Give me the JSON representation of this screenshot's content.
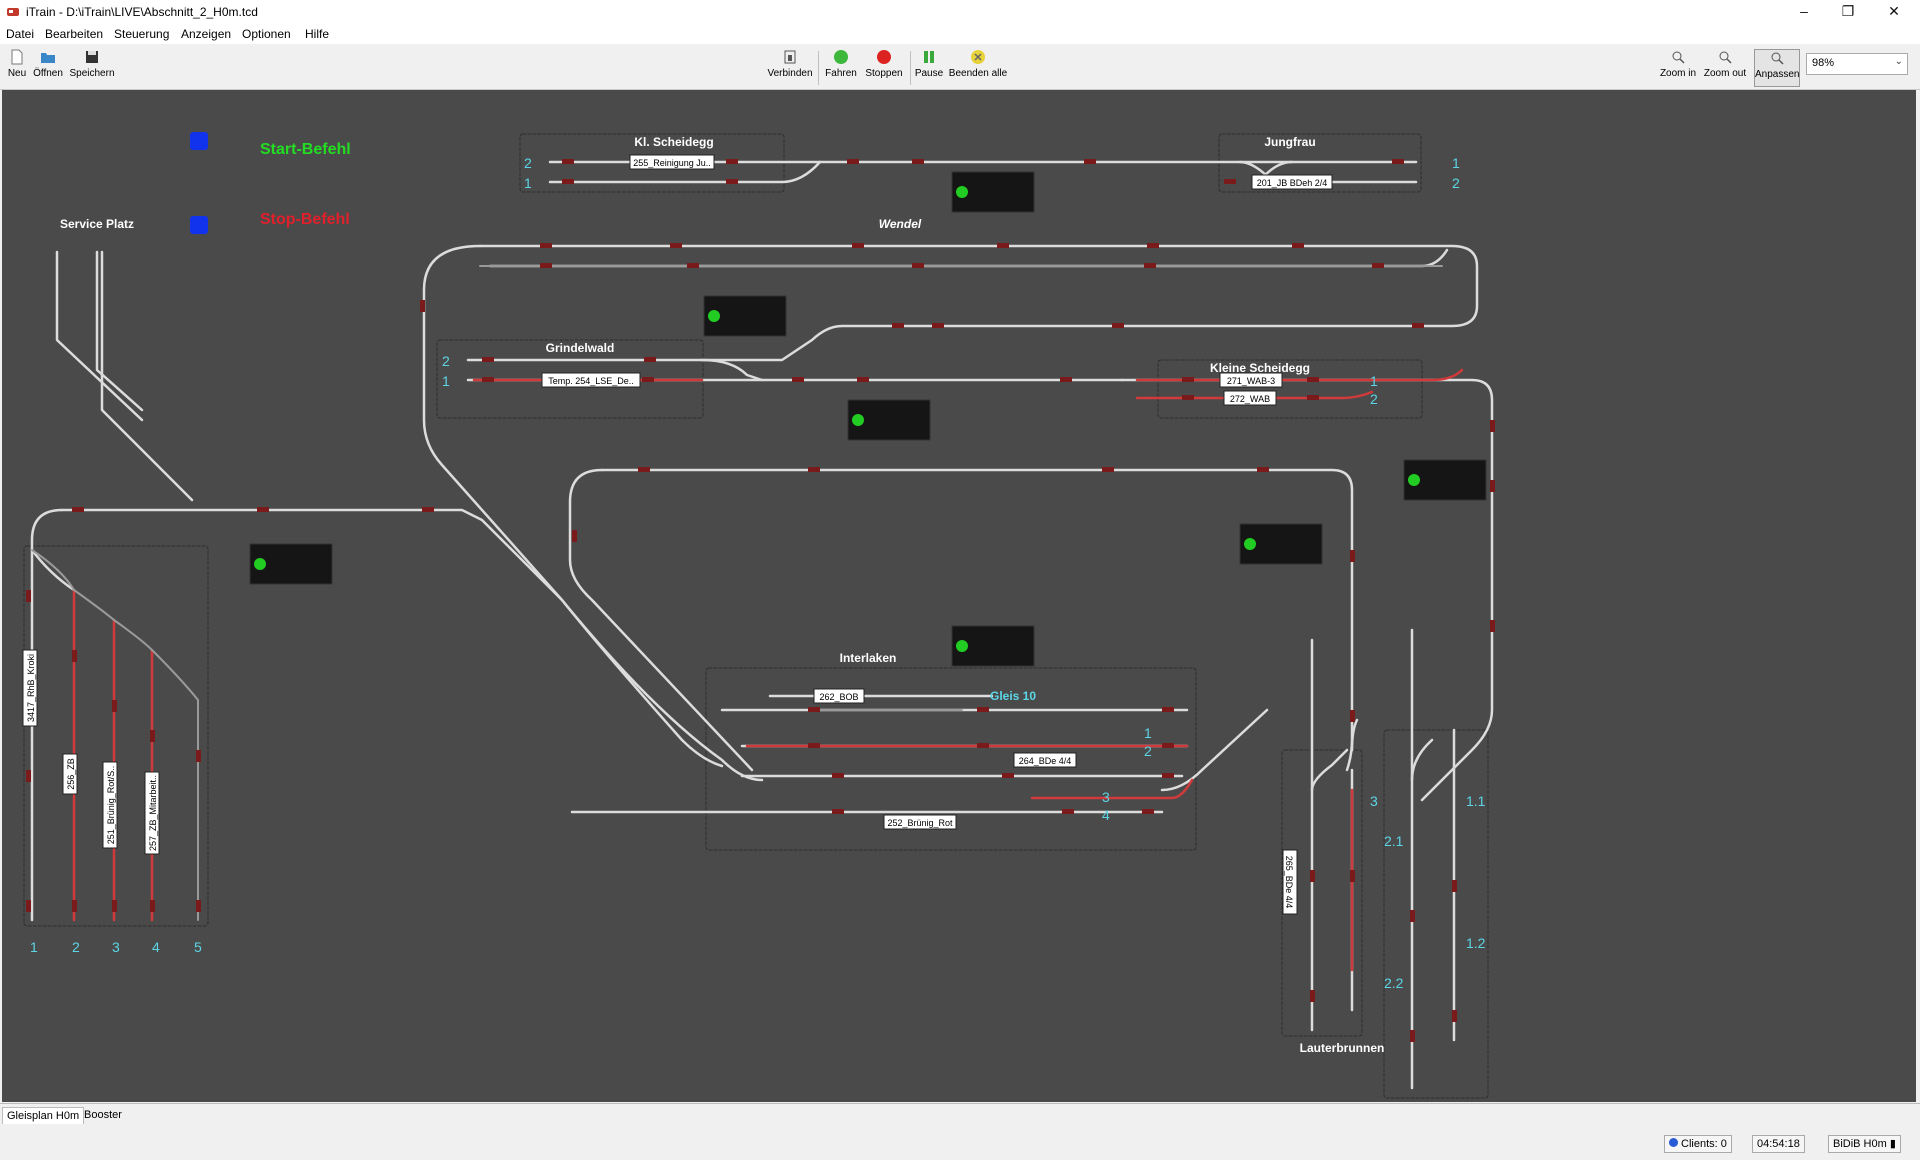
{
  "window": {
    "title": "iTrain - D:\\iTrain\\LIVE\\Abschnitt_2_H0m.tcd",
    "controls": [
      "–",
      "❐",
      "✕"
    ]
  },
  "menu": [
    "Datei",
    "Bearbeiten",
    "Steuerung",
    "Anzeigen",
    "Optionen",
    "Hilfe"
  ],
  "toolbar": {
    "new": "Neu",
    "open": "Öffnen",
    "save": "Speichern",
    "connect": "Verbinden",
    "drive": "Fahren",
    "stop": "Stoppen",
    "pause": "Pause",
    "end_all": "Beenden alle",
    "zoom_in": "Zoom in",
    "zoom_out": "Zoom out",
    "fit": "Anpassen",
    "zoom_level": "98%"
  },
  "colors": {
    "canvas": "#4a4a4a",
    "track": "#dcdcdc",
    "track_occupied": "#d03a3a",
    "label_cyan": "#5cd6e6",
    "start_green": "#22dd22",
    "stop_red": "#e0202a"
  },
  "commands": {
    "start": "Start-Befehl",
    "stop": "Stop-Befehl"
  },
  "stations": {
    "service": "Service Platz",
    "kl_scheidegg": "Kl. Scheidegg",
    "jungfrau": "Jungfrau",
    "wendel": "Wendel",
    "grindelwald": "Grindelwald",
    "kleine_scheidegg": "Kleine Scheidegg",
    "interlaken": "Interlaken",
    "lauterbrunnen": "Lauterbrunnen",
    "gleis10": "Gleis 10"
  },
  "trains": {
    "t255": "255_Reinigung Ju..",
    "t201": "201_JB BDeh 2/4",
    "t254": "Temp. 254_LSE_De..",
    "t271": "271_WAB-3",
    "t272": "272_WAB",
    "t262": "262_BOB",
    "t264": "264_BDe 4/4",
    "t252": "252_Brünig_Rot",
    "t3417": "3417_RhB_Kroki",
    "t256": "256_ZB",
    "t251": "251_Brünig_Rot/S..",
    "t257": "257_ZB_Mitarbeit..",
    "t265": "265_BDe 4/4"
  },
  "track_numbers": {
    "n1": "1",
    "n2": "2",
    "n3": "3",
    "n4": "4",
    "n5": "5",
    "n11": "1.1",
    "n12": "1.2",
    "n21": "2.1",
    "n22": "2.2"
  },
  "tabs": [
    "Gleisplan H0m",
    "Booster"
  ],
  "status": {
    "clients": "Clients: 0",
    "time": "04:54:18",
    "interface": "BiDiB H0m"
  }
}
